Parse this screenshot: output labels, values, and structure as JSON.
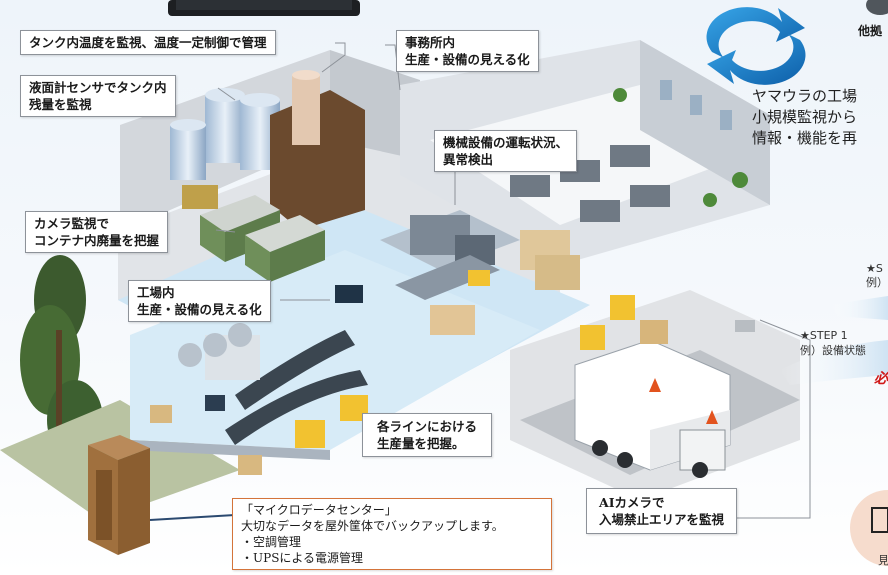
{
  "callouts": {
    "tank_temp": "タンク内温度を監視、温度一定制御で管理",
    "level_sensor": [
      "液面計センサでタンク内",
      "残量を監視"
    ],
    "office": [
      "事務所内",
      "生産・設備の見える化"
    ],
    "machinery": [
      "機械設備の運転状況、",
      "異常検出"
    ],
    "camera_waste": [
      "カメラ監視で",
      "コンテナ内廃量を把握"
    ],
    "factory": [
      "工場内",
      "生産・設備の見える化"
    ],
    "line_output": [
      "各ラインにおける",
      "生産量を把握。"
    ],
    "ai_camera": [
      "AIカメラで",
      "入場禁止エリアを監視"
    ],
    "micro_dc": [
      "「マイクロデータセンター」",
      "大切なデータを屋外筐体でバックアップします。",
      "・空調管理",
      "・UPSによる電源管理"
    ]
  },
  "right_panel": {
    "top_label": "他拠",
    "lines": [
      "ヤマウラの工場",
      "小規模監視から",
      "情報・機能を再"
    ],
    "step_s": [
      "★S",
      "例）"
    ],
    "step1": [
      "★STEP 1",
      "例）設備状態"
    ],
    "red": "必",
    "badge_text": "見"
  },
  "colors": {
    "callout_border": "#8d9299",
    "datacenter_border": "#d4743a",
    "floor": "#cfe6f5",
    "wall": "#e4e7ea",
    "arrow": "#1e7fc9"
  }
}
